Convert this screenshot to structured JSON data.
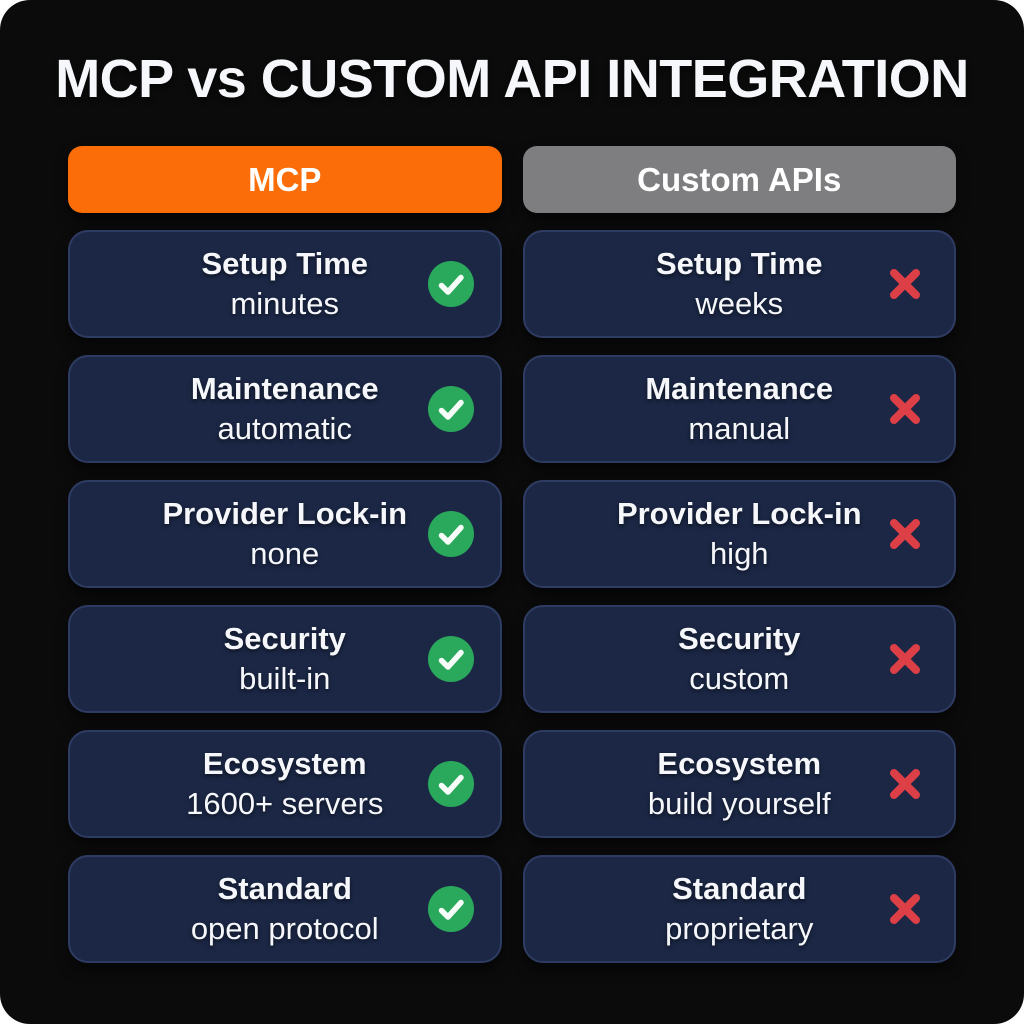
{
  "title": "MCP vs CUSTOM API INTEGRATION",
  "columns": [
    {
      "id": "mcp",
      "header": "MCP",
      "verdict": "positive",
      "rows": [
        {
          "label": "Setup Time",
          "value": "minutes"
        },
        {
          "label": "Maintenance",
          "value": "automatic"
        },
        {
          "label": "Provider Lock-in",
          "value": "none"
        },
        {
          "label": "Security",
          "value": "built-in"
        },
        {
          "label": "Ecosystem",
          "value": "1600+ servers"
        },
        {
          "label": "Standard",
          "value": "open protocol"
        }
      ]
    },
    {
      "id": "custom-apis",
      "header": "Custom APIs",
      "verdict": "negative",
      "rows": [
        {
          "label": "Setup Time",
          "value": "weeks"
        },
        {
          "label": "Maintenance",
          "value": "manual"
        },
        {
          "label": "Provider Lock-in",
          "value": "high"
        },
        {
          "label": "Security",
          "value": "custom"
        },
        {
          "label": "Ecosystem",
          "value": "build yourself"
        },
        {
          "label": "Standard",
          "value": "proprietary"
        }
      ]
    }
  ],
  "icons": {
    "positive": "check-circle-icon",
    "negative": "x-mark-icon"
  },
  "colors": {
    "background": "#0b0b0c",
    "card_bg": "#1b2745",
    "card_border": "#2e3c63",
    "mcp_header": "#fa6d08",
    "custom_header": "#7e7e81",
    "check_green": "#2aa95c",
    "cross_red": "#dc3f46",
    "text": "#f5f7fa"
  }
}
